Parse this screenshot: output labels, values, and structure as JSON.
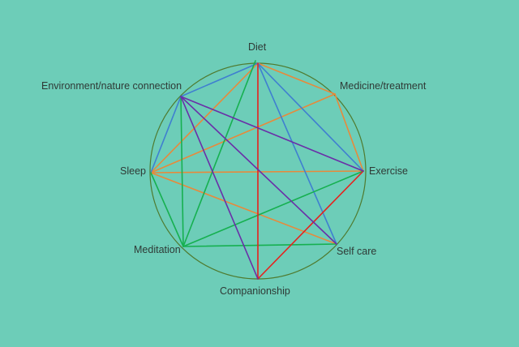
{
  "colors": {
    "background": "#6dcdb8",
    "ring": "#4f7a2e",
    "label_text": "#2f3a36",
    "edge_colors": {
      "orange": "#e8893a",
      "blue": "#3f7fd0",
      "green": "#16b050",
      "red": "#e8201c",
      "purple": "#6a2fa8"
    }
  },
  "nodes": [
    {
      "id": "diet",
      "label": "Diet"
    },
    {
      "id": "medicine",
      "label": "Medicine/treatment"
    },
    {
      "id": "exercise",
      "label": "Exercise"
    },
    {
      "id": "selfcare",
      "label": "Self care"
    },
    {
      "id": "companionship",
      "label": "Companionship"
    },
    {
      "id": "meditation",
      "label": "Meditation"
    },
    {
      "id": "sleep",
      "label": "Sleep"
    },
    {
      "id": "environment",
      "label": "Environment/nature connection"
    }
  ],
  "edges": [
    {
      "from": "diet",
      "to": "sleep",
      "color": "orange"
    },
    {
      "from": "diet",
      "to": "medicine",
      "color": "orange"
    },
    {
      "from": "medicine",
      "to": "exercise",
      "color": "orange"
    },
    {
      "from": "medicine",
      "to": "sleep",
      "color": "orange"
    },
    {
      "from": "exercise",
      "to": "sleep",
      "color": "orange"
    },
    {
      "from": "sleep",
      "to": "selfcare",
      "color": "orange"
    },
    {
      "from": "diet",
      "to": "exercise",
      "color": "blue"
    },
    {
      "from": "diet",
      "to": "selfcare",
      "color": "blue"
    },
    {
      "from": "diet",
      "to": "environment",
      "color": "blue"
    },
    {
      "from": "environment",
      "to": "sleep",
      "color": "blue"
    },
    {
      "from": "diet",
      "to": "meditation",
      "color": "green"
    },
    {
      "from": "environment",
      "to": "meditation",
      "color": "green"
    },
    {
      "from": "sleep",
      "to": "meditation",
      "color": "green"
    },
    {
      "from": "meditation",
      "to": "exercise",
      "color": "green"
    },
    {
      "from": "meditation",
      "to": "selfcare",
      "color": "green"
    },
    {
      "from": "diet",
      "to": "companionship",
      "color": "red"
    },
    {
      "from": "exercise",
      "to": "companionship",
      "color": "red"
    },
    {
      "from": "environment",
      "to": "exercise",
      "color": "purple"
    },
    {
      "from": "environment",
      "to": "selfcare",
      "color": "purple"
    },
    {
      "from": "environment",
      "to": "companionship",
      "color": "purple"
    }
  ]
}
